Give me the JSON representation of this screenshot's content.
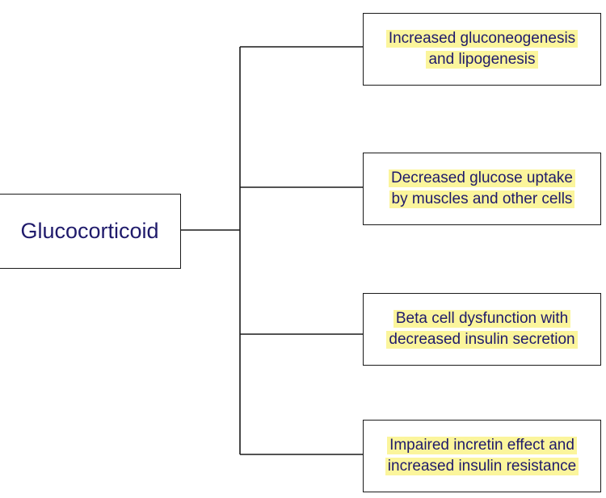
{
  "root": {
    "label": "Glucocorticoid"
  },
  "effects": [
    {
      "line1": "Increased gluconeogenesis",
      "line2": "and lipogenesis"
    },
    {
      "line1": "Decreased glucose uptake",
      "line2": "by muscles and other cells"
    },
    {
      "line1": "Beta cell dysfunction with",
      "line2": "decreased insulin secretion"
    },
    {
      "line1": "Impaired incretin effect and",
      "line2": "increased insulin resistance"
    }
  ],
  "colors": {
    "text": "#1f1a6b",
    "highlight": "#fbf59c",
    "border": "#1a1a1a"
  }
}
